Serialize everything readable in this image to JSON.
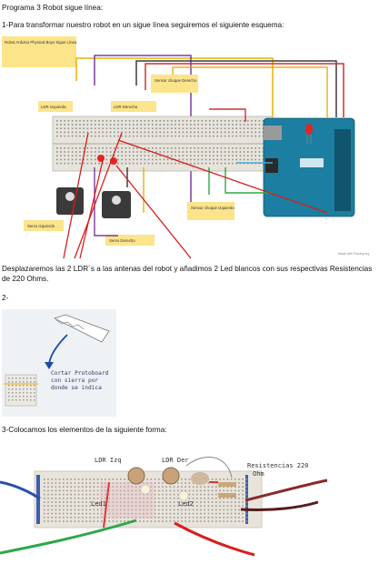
{
  "document": {
    "title": "Programa 3 Robot sigue línea:",
    "step1": "1-Para transformar nuestro robot en un sigue línea seguiremos el siguiente esquema:",
    "step1_after": "Desplazaremos las 2 LDR´s a las antenas del robot y añadimos 2 Led blancos con sus respectivas Resistencias de 220 Ohms.",
    "step2": "2-",
    "step3": "3-Colocamos los elementos de la siguiente forma:"
  },
  "diagram1": {
    "labels": {
      "robot": "Robot Arduino Physical Boys Sigue Línea",
      "ldr_left": "LDR Izquierda",
      "ldr_right": "LDR Derecha",
      "sensor_right": "Sensor choque Derecho",
      "sensor_left": "Sensor choque Izquierdo",
      "servo_left": "Servo Izquierdo",
      "servo_right": "Servo Derecho",
      "credit": "Made with Fritzing.org"
    }
  },
  "diagram2": {
    "caption_lines": [
      "Cortar Protoboard",
      "con sierra por",
      "donde se indica"
    ]
  },
  "photo3": {
    "labels": {
      "ldr_izq": "LDR Izq",
      "ldr_der": "LDR Der",
      "resistencias": "Resistencias 220",
      "ohm": "Ohm",
      "led_1": "Led1",
      "led_2": "Led2"
    }
  },
  "colors": {
    "breadboard": "#e6e4dc",
    "arduino": "#1c7ea0",
    "label_bg": "#fbe48a",
    "red_arrow": "#d81e1e",
    "wire_purple": "#7b3b9e",
    "wire_yellow": "#e7b400",
    "wire_green": "#2da84a"
  }
}
